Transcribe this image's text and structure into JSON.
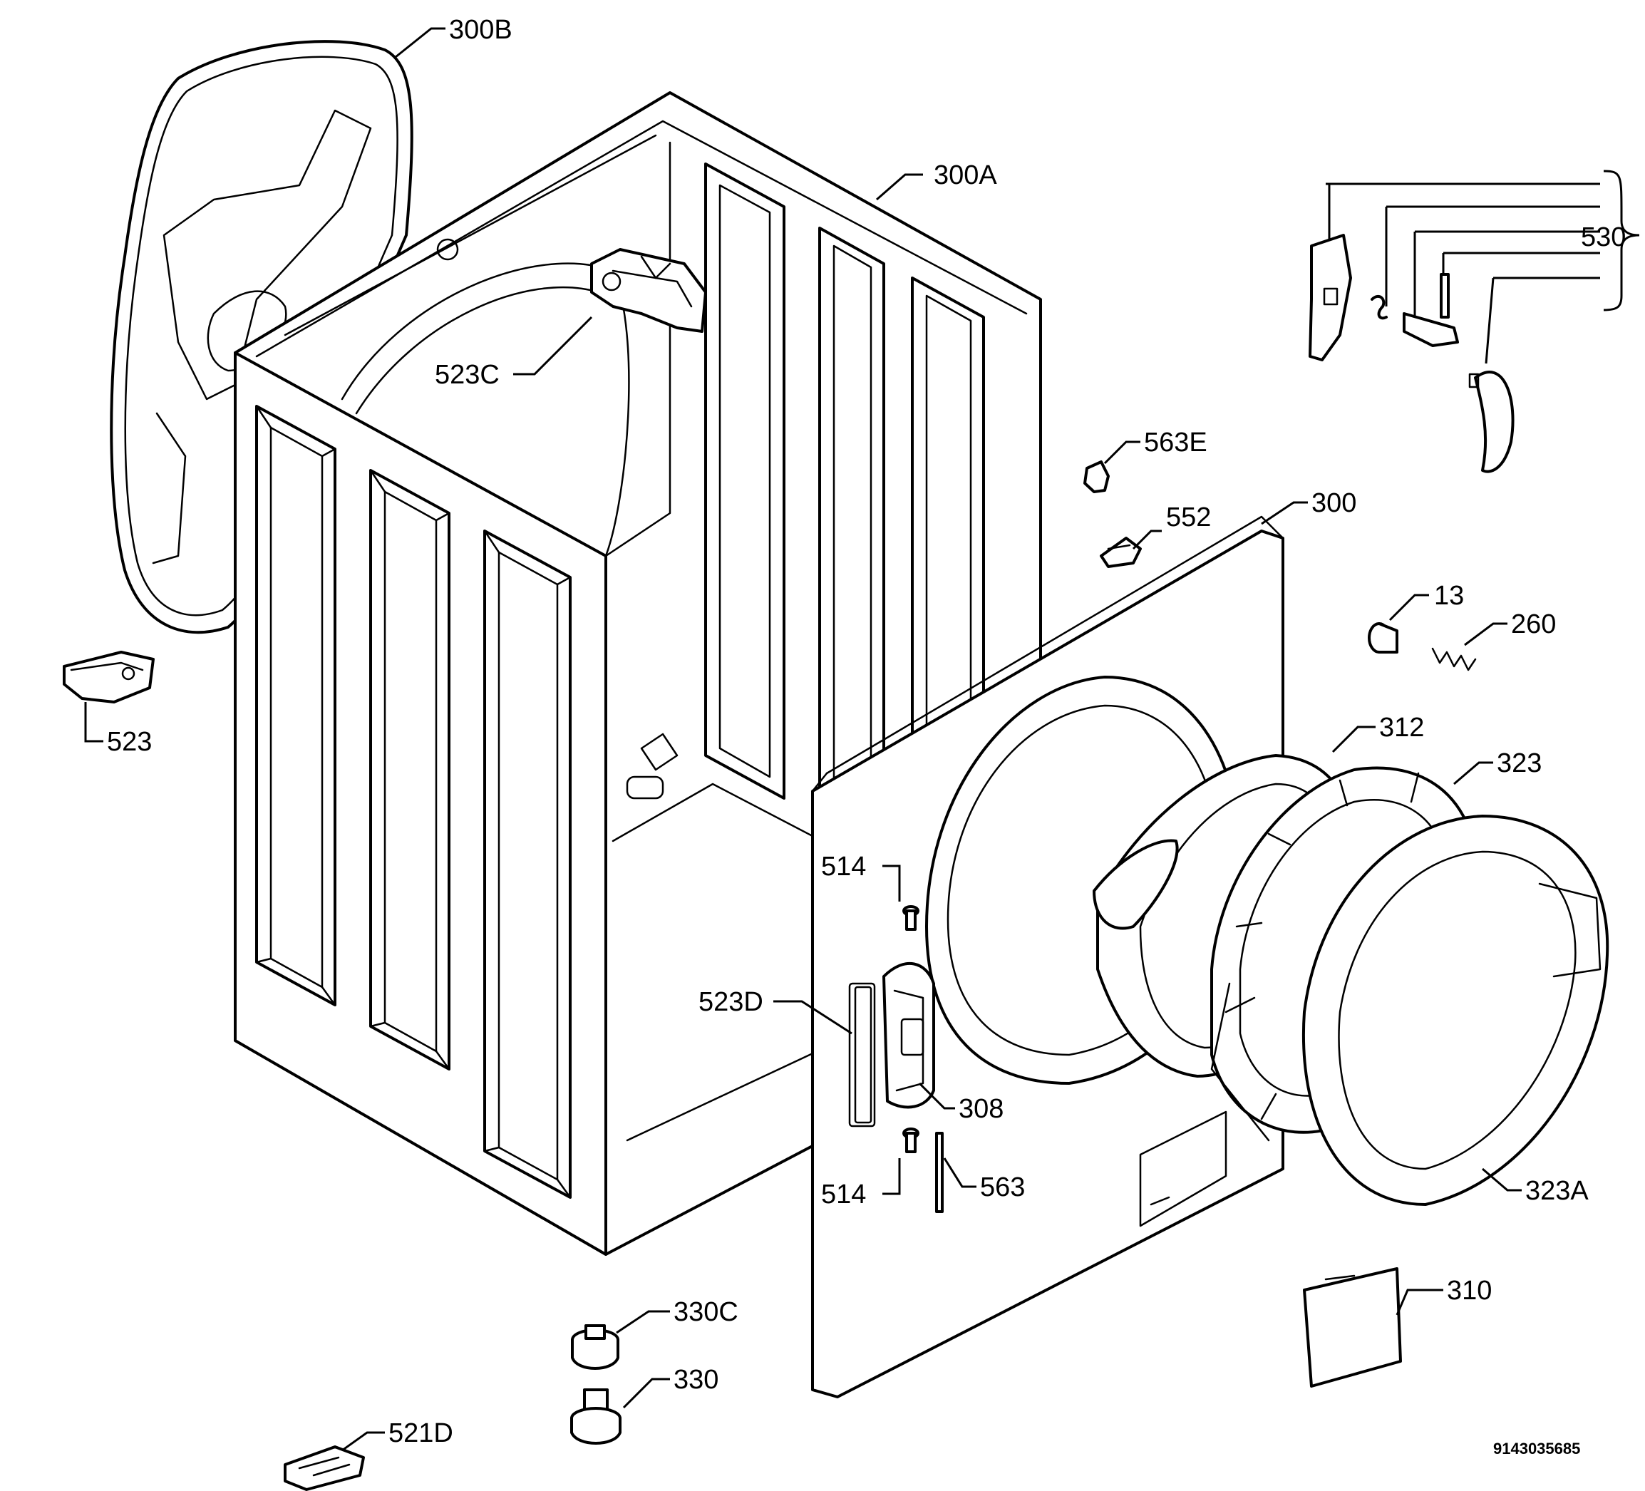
{
  "drawing_number": "9143035685",
  "callouts": [
    {
      "id": "300B",
      "label": "300B"
    },
    {
      "id": "300A",
      "label": "300A"
    },
    {
      "id": "523C",
      "label": "523C"
    },
    {
      "id": "530",
      "label": "530"
    },
    {
      "id": "563E",
      "label": "563E"
    },
    {
      "id": "552",
      "label": "552"
    },
    {
      "id": "300",
      "label": "300"
    },
    {
      "id": "13",
      "label": "13"
    },
    {
      "id": "260",
      "label": "260"
    },
    {
      "id": "523",
      "label": "523"
    },
    {
      "id": "312",
      "label": "312"
    },
    {
      "id": "323",
      "label": "323"
    },
    {
      "id": "514a",
      "label": "514"
    },
    {
      "id": "523D",
      "label": "523D"
    },
    {
      "id": "308",
      "label": "308"
    },
    {
      "id": "514b",
      "label": "514"
    },
    {
      "id": "563",
      "label": "563"
    },
    {
      "id": "323A",
      "label": "323A"
    },
    {
      "id": "310",
      "label": "310"
    },
    {
      "id": "330C",
      "label": "330C"
    },
    {
      "id": "330",
      "label": "330"
    },
    {
      "id": "521D",
      "label": "521D"
    }
  ]
}
